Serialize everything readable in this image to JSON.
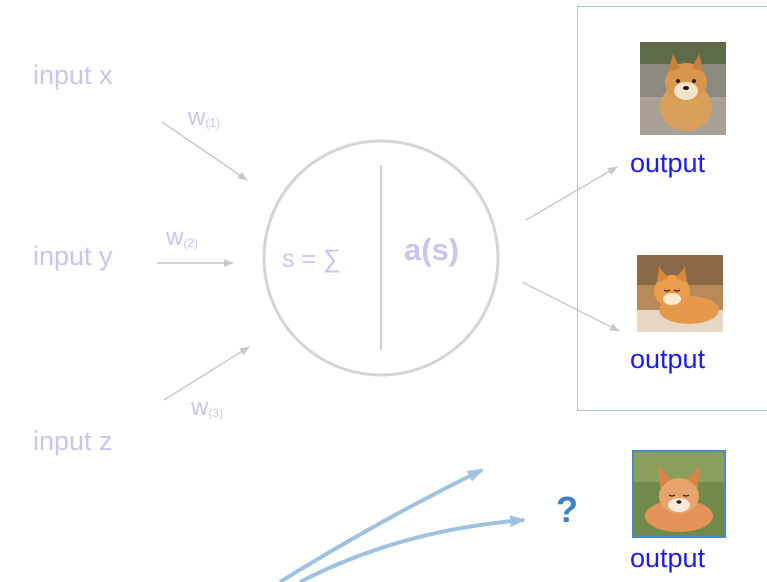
{
  "inputs": {
    "x_label": "input x",
    "y_label": "input y",
    "z_label": "input z"
  },
  "weights": {
    "symbol": "w",
    "w1_sub": "(1)",
    "w2_sub": "(2)",
    "w3_sub": "(3)"
  },
  "neuron": {
    "sum_label": "s = ∑",
    "activation_label": "a(s)"
  },
  "outputs": {
    "dog_label": "output",
    "cat_label": "output",
    "fox_label": "output",
    "unknown_marker": "?"
  },
  "colors": {
    "faded_text": "#c6c6f0",
    "output_text": "#1a1aff",
    "question": "#3d82c4",
    "neuron_stroke": "#d4d4d4",
    "arrow_faded": "#c9c9c9",
    "arrow_blue": "#9fc2e2",
    "box_border": "#a9c3dc"
  },
  "icons": {
    "dog_image": "shiba-dog-photo",
    "cat_image": "orange-cat-photo",
    "fox_image": "fox-cub-photo"
  }
}
